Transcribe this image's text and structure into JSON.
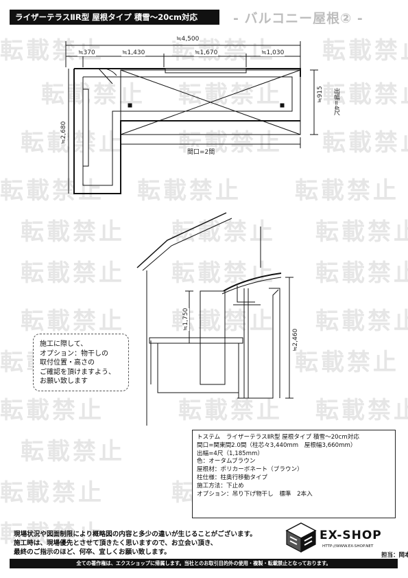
{
  "header": {
    "title": "ライザーテラスⅡR型 屋根タイプ 積雪～20cm対応",
    "section_heading": "- バルコニー屋根② -"
  },
  "watermark_text": "転載禁止",
  "plan": {
    "overall_width": "≒4,500",
    "segments": [
      "≒370",
      "≒1,430",
      "≒1,670",
      "≒1,030"
    ],
    "depth": "≒915",
    "projection": "出幅=4尺",
    "side": "≒2,680",
    "frontage": "間口=2間"
  },
  "section": {
    "height_1": "≒1,750",
    "height_2": "≒2,460"
  },
  "note": {
    "lines": [
      "施工に際して、",
      "オプション：物干しの",
      "取付位置・高さの",
      "ご確認を頂けますよう、",
      "お願い致します"
    ]
  },
  "spec": {
    "lines": [
      "トステム　ライザーテラスⅡR型 屋根タイプ 積雪～20cm対応",
      "間口=関東間2.0間（柱芯々3,440mm　屋根幅3,660mm）",
      "出幅=4尺（1,185mm）",
      "色：オータムブラウン",
      "屋根材：ポリカーボネート（ブラウン）",
      "柱仕様：柱奥行移動タイプ",
      "施工方法：下止め",
      "オプション：吊り下げ物干し　標準　2本入"
    ]
  },
  "footer": {
    "lines": [
      "現場状況や図面制限により概略図の内容と多少の違いが生じることがございます。",
      "施工時は、現場優先とさせて頂きたく思いますので、お立会い頂き、",
      "最終のご指示のほど、何卒、宜しくお願い致します。"
    ],
    "brand": "EX-SHOP",
    "url": "HTTP://WWW.EX-SHOP.NET",
    "contact": "担当：岡本",
    "copyright": "全ての著作権は、エクスショップに帰属します。当社とのお取引目的外の使用・複製・転載禁止となっております。"
  }
}
